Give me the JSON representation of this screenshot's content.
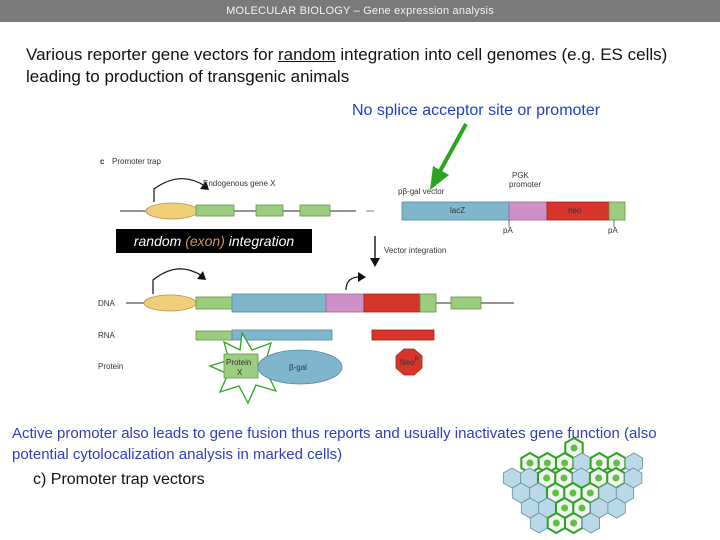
{
  "header": {
    "title": "MOLECULAR BIOLOGY  –  Gene expression analysis"
  },
  "heading": {
    "before": "Various reporter gene vectors for ",
    "underlined": "random",
    "after": " integration into cell genomes (e.g. ES cells) leading to production of transgenic animals"
  },
  "callout": "No splice acceptor site or promoter",
  "figure": {
    "panel_letter": "c",
    "panel_title": "Promoter trap",
    "endogenous_gene": "Endogenous gene X",
    "vector_name": "pβ-gal vector",
    "pgk_promoter_line1": "PGK",
    "pgk_promoter_line2": "promoter",
    "lacz": "lacZ",
    "neo": "neo",
    "pa_left": "pA",
    "pa_right": "pA",
    "vector_integration": "Vector integration",
    "dna": "DNA",
    "rna": "RNA",
    "protein": "Protein",
    "protein_x_line1": "Protein",
    "protein_x_line2": "X",
    "beta_gal": "β-gal",
    "neo_r": "Neo",
    "neo_r_sup": "R"
  },
  "random_box": {
    "before": "random ",
    "exon": "(exon)",
    "after": " integration"
  },
  "active_text": "Active promoter also leads to gene fusion thus reports and usually inactivates gene function (also potential cytolocalization analysis in marked cells)",
  "trap_label": "c) Promoter trap vectors",
  "colors": {
    "callout": "#1f3fc8",
    "arrow_green": "#2aa61e",
    "lacz": "#7fb6cc",
    "neo": "#d8352a",
    "pink": "#cf8fc7",
    "exon_green": "#9ccc7e",
    "promoter_oval": "#f0cf78"
  }
}
